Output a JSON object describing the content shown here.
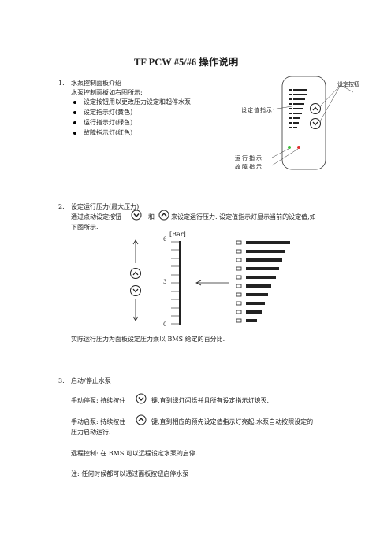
{
  "doc": {
    "title": "TF PCW #5/#6 操作说明",
    "s1": {
      "num": "1.",
      "heading": "水泵控制面板介绍",
      "intro": "水泵控制面板如右图所示:",
      "bullets": [
        "设定按钮用以更改压力设定和起停水泵",
        "设定指示灯(黄色)",
        "运行指示灯(绿色)",
        "故障指示灯(红色)"
      ],
      "panel": {
        "label_setting_buttons": "设定按钮",
        "label_setting_indicator": "设定值指示",
        "label_run": "运行指示",
        "label_fault": "故障指示",
        "colors": {
          "run": "#3cc03c",
          "fault": "#e03030"
        }
      }
    },
    "s2": {
      "num": "2.",
      "heading": "设定运行压力(最大压力)",
      "line1a": "通过点动设定按钮",
      "line1b": "和",
      "line1c": "来设定运行压力. 设定值指示灯显示当前的设定值,如",
      "line2": "下图所示.",
      "scale_unit": "[Bar]",
      "scale_labels": [
        "6",
        "3",
        "0"
      ],
      "note": "实际运行压力为面板设定压力乘以 BMS 给定的百分比."
    },
    "s3": {
      "num": "3.",
      "heading": "启动/停止水泵",
      "stop_a": "手动停泵: 持续按住",
      "stop_b": "键,直到绿灯闪烁并且所有设定指示灯熄灭.",
      "start_a": "手动启泵: 持续按住",
      "start_b": "键,直到相应的预先设定值指示灯亮起.水泵自动按照设定的",
      "start_c": "压力启动运行.",
      "remote": "远程控制: 在 BMS 可以远程设定水泵的启停.",
      "note": "注: 任何时候都可以通过面板按钮启停水泵"
    }
  }
}
